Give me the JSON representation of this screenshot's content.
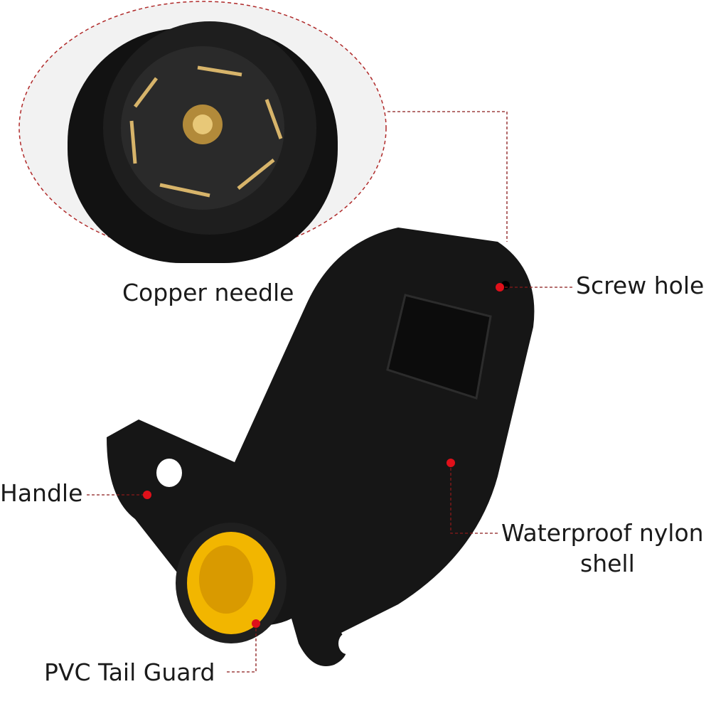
{
  "labels": {
    "copper_needle": "Copper needle",
    "screw_hole": "Screw hole",
    "handle": "Handle",
    "shell_line1": "Waterproof nylon",
    "shell_line2": "shell",
    "tail_guard": "PVC Tail Guard"
  },
  "colors": {
    "marker": "#e0101a",
    "leader_line": "#8a1a1a",
    "body": "#161616",
    "tail_guard": "#f2b600",
    "pins": "#c9a45a"
  }
}
